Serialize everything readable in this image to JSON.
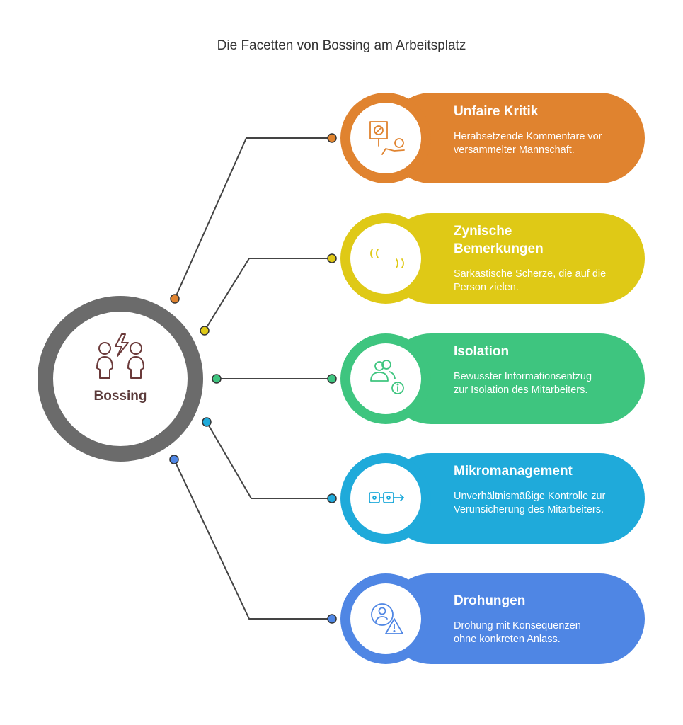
{
  "title": "Die Facetten von Bossing am Arbeitsplatz",
  "hub": {
    "label": "Bossing",
    "icon": "people-conflict-icon",
    "ring_color": "#6b6b6b",
    "label_color": "#5b3b3b"
  },
  "items": [
    {
      "title": "Unfaire Kritik",
      "description": "Herabsetzende Kommentare vor versammelter Mannschaft.",
      "color": "#E0832F",
      "icon": "sign-prohibited-person-icon"
    },
    {
      "title": "Zynische Bemerkungen",
      "description": "Sarkastische Scherze, die auf die Person zielen.",
      "color": "#DFC916",
      "icon": "quotation-marks-icon"
    },
    {
      "title": "Isolation",
      "description": "Bewusster Informationsentzug zur Isolation des Mitarbeiters.",
      "color": "#3EC57F",
      "icon": "users-info-icon"
    },
    {
      "title": "Mikromanagement",
      "description": "Unverhältnismäßige Kontrolle zur Verunsicherung des Mitarbeiters.",
      "color": "#1FAADA",
      "icon": "glasses-arrow-icon"
    },
    {
      "title": "Drohungen",
      "description": "Drohung mit Konsequenzen ohne konkreten Anlass.",
      "color": "#4F86E4",
      "icon": "user-warning-icon"
    }
  ]
}
